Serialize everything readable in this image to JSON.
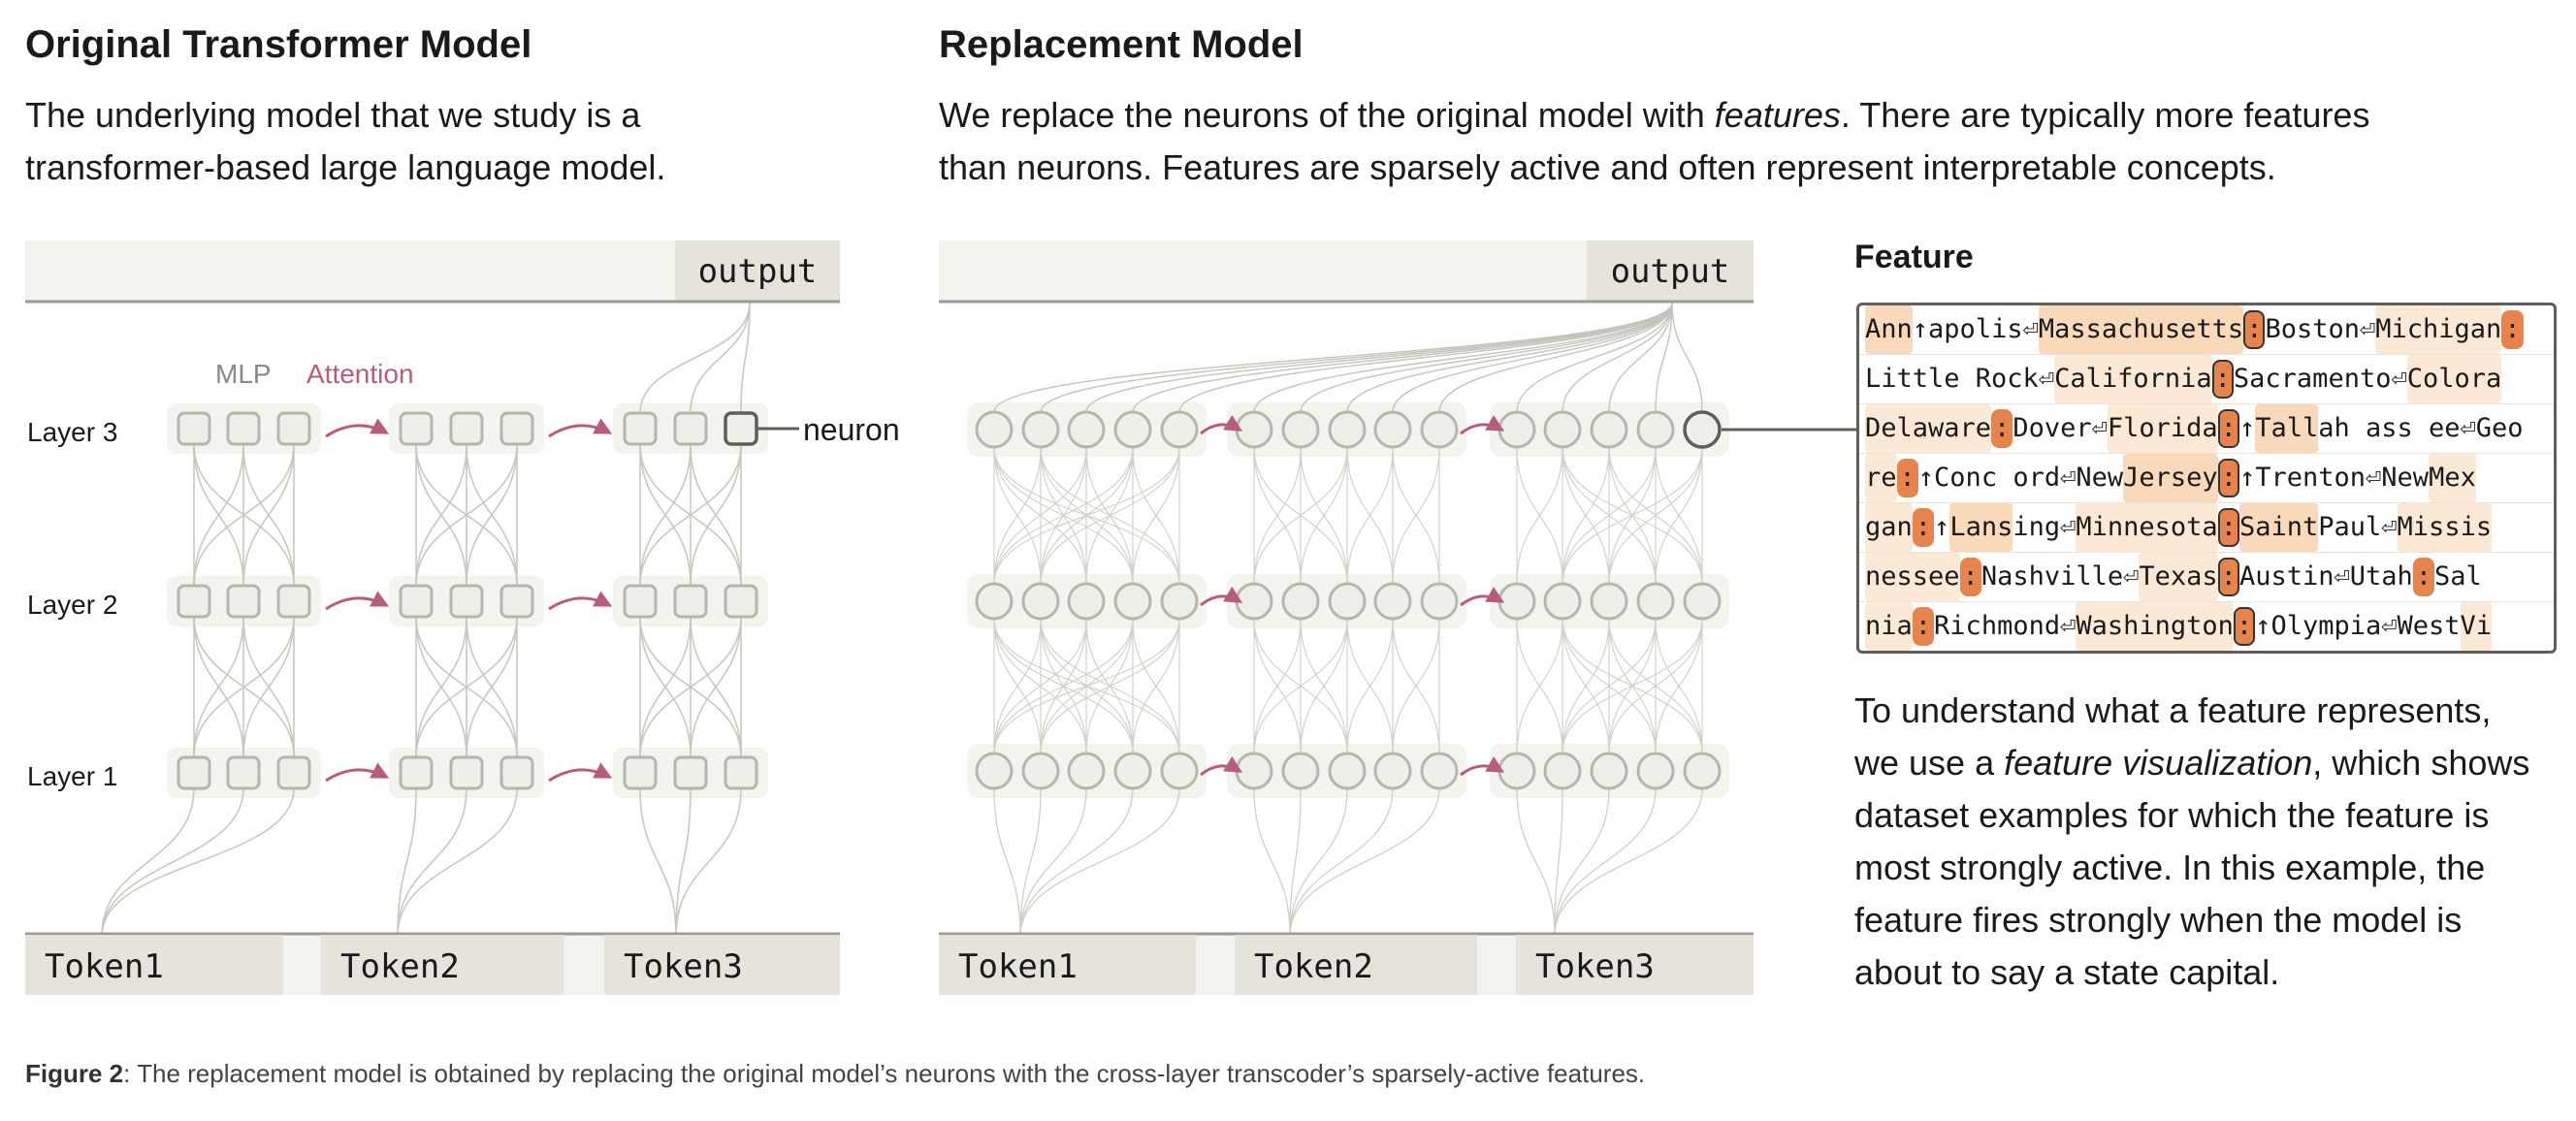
{
  "left": {
    "title": "Original Transformer Model",
    "description_line1": "The underlying model that we study is a",
    "description_line2": "transformer-based large language model.",
    "output_label": "output",
    "mlp_label": "MLP",
    "attention_label": "Attention",
    "neuron_label": "neuron",
    "layers": [
      "Layer 3",
      "Layer 2",
      "Layer 1"
    ],
    "tokens": [
      "Token1",
      "Token2",
      "Token3"
    ]
  },
  "middle": {
    "title": "Replacement Model",
    "description_line1_pre": "We replace the neurons of the original model with ",
    "description_line1_em": "features",
    "description_line1_post": ". There are typically more features",
    "description_line2": "than neurons. Features are sparsely active and often represent interpretable concepts.",
    "output_label": "output",
    "tokens": [
      "Token1",
      "Token2",
      "Token3"
    ]
  },
  "feature": {
    "title": "Feature",
    "rows": [
      [
        [
          "Ann",
          "hl1"
        ],
        [
          "↑",
          ""
        ],
        [
          "apolis",
          ""
        ],
        [
          "⏎ ",
          ""
        ],
        [
          "Massachusetts",
          "hl1"
        ],
        [
          ":",
          "colon"
        ],
        [
          " Boston",
          ""
        ],
        [
          "⏎ ",
          ""
        ],
        [
          "Michigan",
          "hl2"
        ],
        [
          ":",
          "colon-nb"
        ]
      ],
      [
        [
          " ",
          "hl1"
        ],
        [
          " Little Rock",
          ""
        ],
        [
          "⏎ ",
          ""
        ],
        [
          "California",
          "hl2"
        ],
        [
          ":",
          "colon"
        ],
        [
          " Sacramento",
          ""
        ],
        [
          "⏎ ",
          ""
        ],
        [
          "Colora",
          "hl2"
        ]
      ],
      [
        [
          "Delaware",
          "hl2"
        ],
        [
          ":",
          "colon-nb"
        ],
        [
          " Dover",
          ""
        ],
        [
          "⏎ ",
          ""
        ],
        [
          "Florida",
          "hl2"
        ],
        [
          ":",
          "colon"
        ],
        [
          "↑ ",
          ""
        ],
        [
          "Tall",
          "hl1"
        ],
        [
          "ah ass ee",
          ""
        ],
        [
          "⏎ ",
          ""
        ],
        [
          "Geo",
          ""
        ]
      ],
      [
        [
          "re",
          "hl2"
        ],
        [
          ":",
          "colon-nb"
        ],
        [
          "↑ ",
          ""
        ],
        [
          " Conc ord",
          ""
        ],
        [
          "⏎ ",
          ""
        ],
        [
          "New ",
          ""
        ],
        [
          "Jersey",
          "hl1"
        ],
        [
          ":",
          "colon"
        ],
        [
          "↑ ",
          ""
        ],
        [
          " Trenton",
          ""
        ],
        [
          "⏎ ",
          ""
        ],
        [
          "New ",
          ""
        ],
        [
          "Mex",
          "hl2"
        ]
      ],
      [
        [
          "gan",
          "hl2"
        ],
        [
          ":",
          "colon-nb"
        ],
        [
          "↑ ",
          ""
        ],
        [
          "Lans",
          "hl1"
        ],
        [
          "ing",
          ""
        ],
        [
          "⏎ ",
          ""
        ],
        [
          "Minnesota",
          "hl2"
        ],
        [
          ":",
          "colon"
        ],
        [
          " Saint",
          "hl1"
        ],
        [
          " Paul",
          ""
        ],
        [
          "⏎ ",
          ""
        ],
        [
          "Missis",
          "hl2"
        ]
      ],
      [
        [
          "nessee",
          "hl2"
        ],
        [
          ":",
          "colon-nb"
        ],
        [
          " Nashville",
          ""
        ],
        [
          "⏎ ",
          ""
        ],
        [
          "Texas",
          "hl2"
        ],
        [
          ":",
          "colon"
        ],
        [
          " Austin",
          ""
        ],
        [
          "⏎ ",
          ""
        ],
        [
          "Utah",
          ""
        ],
        [
          ":",
          "colon-nb"
        ],
        [
          " Sal",
          ""
        ]
      ],
      [
        [
          "nia",
          "hl2"
        ],
        [
          ":",
          "colon-nb"
        ],
        [
          " Richmond",
          ""
        ],
        [
          "⏎ ",
          ""
        ],
        [
          "Washington",
          "hl2"
        ],
        [
          ":",
          "colon"
        ],
        [
          "↑ ",
          ""
        ],
        [
          "Olymp",
          ""
        ],
        [
          "ia",
          ""
        ],
        [
          "⏎ ",
          ""
        ],
        [
          "West ",
          ""
        ],
        [
          "Vi",
          "hl2"
        ]
      ]
    ],
    "explain_line1": "To understand what a feature represents,",
    "explain_line2_pre": "we use a ",
    "explain_line2_em": "feature visualization",
    "explain_line2_post": ", which shows",
    "explain_line3": "dataset examples for which the feature is",
    "explain_line4": "most strongly active. In this example, the",
    "explain_line5": "feature fires strongly when the model is",
    "explain_line6": "about to say a state capital."
  },
  "caption": {
    "label": "Figure 2",
    "text": ": The replacement model is obtained by replacing the original model’s neurons with the cross-layer transcoder’s sparsely-active features."
  },
  "colors": {
    "bar": "#e6e4da",
    "panel": "#f4f4ef",
    "node": "#b6b6aa",
    "node_dark": "#5f5f55",
    "attention": "#b85c7e",
    "highlight_strong": "#e7844d",
    "highlight_mid": "#f8d9b9",
    "highlight_light": "#fbe8d5"
  }
}
